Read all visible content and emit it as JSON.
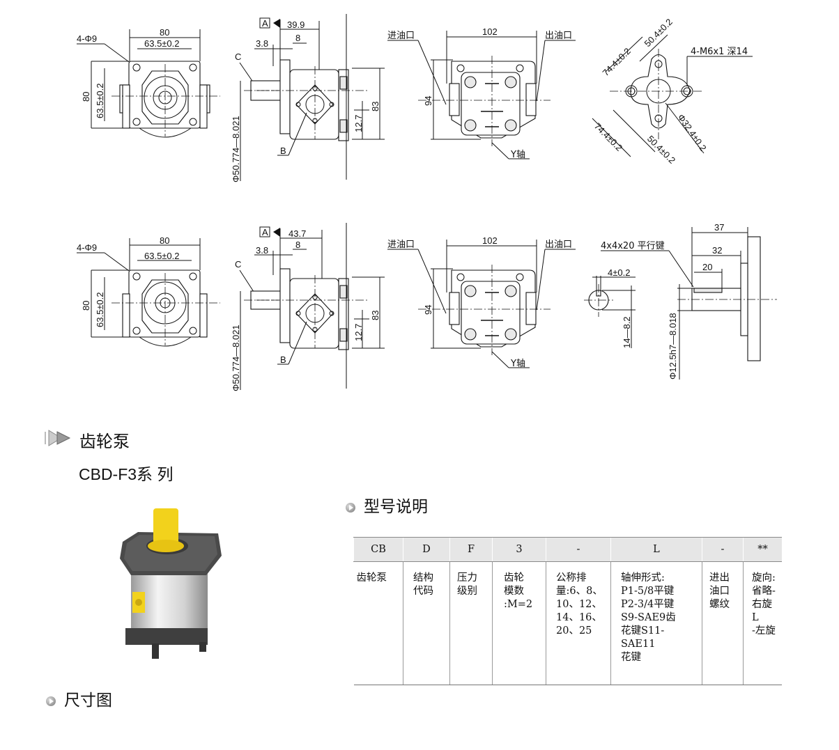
{
  "drawings": {
    "view1": {
      "d80": "80",
      "d635": "63.5±0.2",
      "holes": "4-Φ9",
      "v80": "80",
      "v635": "63.5±0.2"
    },
    "side1": {
      "a": "A",
      "d399": "39.9",
      "d38": "3.8",
      "d8": "8",
      "c": "C",
      "b": "B",
      "d127": "12.7",
      "d83": "83",
      "dia": "Φ50.774—8.021"
    },
    "ports1": {
      "in": "进油口",
      "out": "出油口",
      "d102": "102",
      "d94": "94",
      "y": "Y轴"
    },
    "flange": {
      "d744a": "74.4±0.2",
      "d504a": "50.4±0.2",
      "m6": "4-M6x1 深14",
      "d744b": "74.4±0.2",
      "d504b": "50.4±0.2",
      "d324": "Φ32.4±0.2"
    },
    "view2": {
      "d80": "80",
      "d635": "63.5±0.2",
      "holes": "4-Φ9",
      "v80": "80",
      "v635": "63.5±0.2"
    },
    "side2": {
      "a": "A",
      "d437": "43.7",
      "d38": "3.8",
      "d8": "8",
      "c": "C",
      "b": "B",
      "d127": "12.7",
      "d83": "83",
      "dia": "Φ50.774—8.021"
    },
    "ports2": {
      "in": "进油口",
      "out": "出油口",
      "d102": "102",
      "d94": "94",
      "y": "Y轴"
    },
    "key": {
      "d4": "4±0.2",
      "d14": "14—8.2"
    },
    "shaft": {
      "d37": "37",
      "d32": "32",
      "d20": "20",
      "keylabel": "4x4x20 平行键",
      "dia": "Φ12.5h7—8.018"
    }
  },
  "section": {
    "title": "齿轮泵",
    "series": "CBD-F3系 列"
  },
  "model": {
    "title": "型号说明",
    "headers": [
      "CB",
      "D",
      "F",
      "3",
      "-",
      "L",
      "-",
      "**"
    ],
    "rows": [
      [
        "齿轮泵"
      ],
      [
        "结构",
        "代码"
      ],
      [
        "压力",
        "级别"
      ],
      [
        "齿轮",
        "模数",
        ":M=2"
      ],
      [
        "公称排",
        "量:6、8、",
        "10、12、",
        "14、16、",
        "20、25"
      ],
      [
        "轴伸形式:",
        "P1-5/8平键",
        "P2-3/4平键",
        "S9-SAE9齿",
        "花键S11-",
        "SAE11",
        "花键"
      ],
      [
        "进出",
        "油口",
        "螺纹"
      ],
      [
        "旋向:",
        "省略-",
        "右旋L",
        "-左旋"
      ]
    ]
  },
  "dimension_title": "尺寸图",
  "colors": {
    "pump_body": "#cfcfcf",
    "pump_cover": "#444444",
    "shaft": "#f2d21c"
  }
}
